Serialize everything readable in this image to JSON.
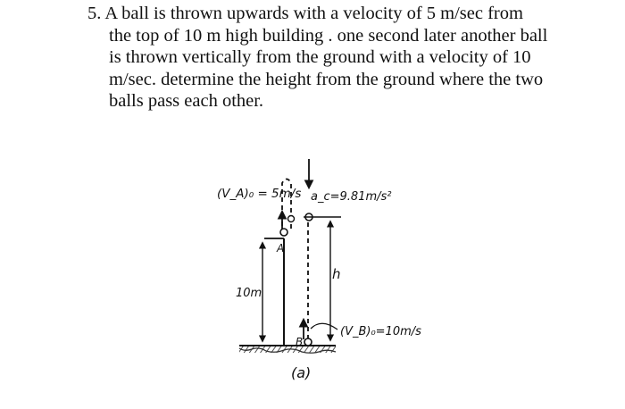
{
  "problem": {
    "lines": [
      "5. A ball is thrown upwards with a velocity of  5 m/sec from",
      "the top of 10 m high building . one second later another ball",
      "is thrown vertically from the ground  with a velocity of 10",
      "m/sec. determine the height from the ground  where the two",
      "balls  pass each other."
    ]
  },
  "figure": {
    "label_va": "(V_A)₀ = 5m/s",
    "label_ac": "a_c=9.81m/s²",
    "label_a": "A",
    "label_b": "B",
    "label_10m": "10m",
    "label_h": "h",
    "label_vb": "(V_B)₀=10m/s",
    "caption": "(a)"
  }
}
